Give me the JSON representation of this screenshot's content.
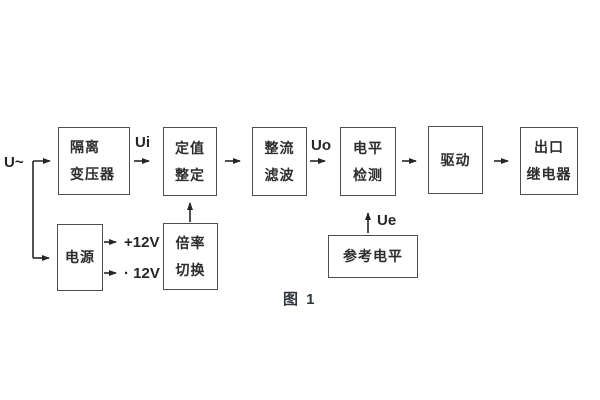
{
  "figure": {
    "caption": "图 1",
    "colors": {
      "background": "#ffffff",
      "box_border": "#4e4e4e",
      "connector_line": "#262626",
      "text": "#2d2d2d"
    },
    "boxes": {
      "isolation_transformer": {
        "line1": "隔离",
        "line2": "变压器"
      },
      "value_setting": {
        "line1": "定值",
        "line2": "整定"
      },
      "rectify_filter": {
        "line1": "整流",
        "line2": "滤波"
      },
      "level_detect": {
        "line1": "电平",
        "line2": "检测"
      },
      "drive": {
        "line1": "驱动"
      },
      "output_relay": {
        "line1": "出口",
        "line2": "继电器"
      },
      "power_supply": {
        "line1": "电源"
      },
      "ratio_switch": {
        "line1": "倍率",
        "line2": "切换"
      },
      "reference_level": {
        "line1": "参考电平"
      }
    },
    "signals": {
      "input": "U~",
      "ui": "Ui",
      "uo": "Uo",
      "ue": "Ue",
      "rail_pos": "+12V",
      "rail_neg": "· 12V"
    }
  }
}
